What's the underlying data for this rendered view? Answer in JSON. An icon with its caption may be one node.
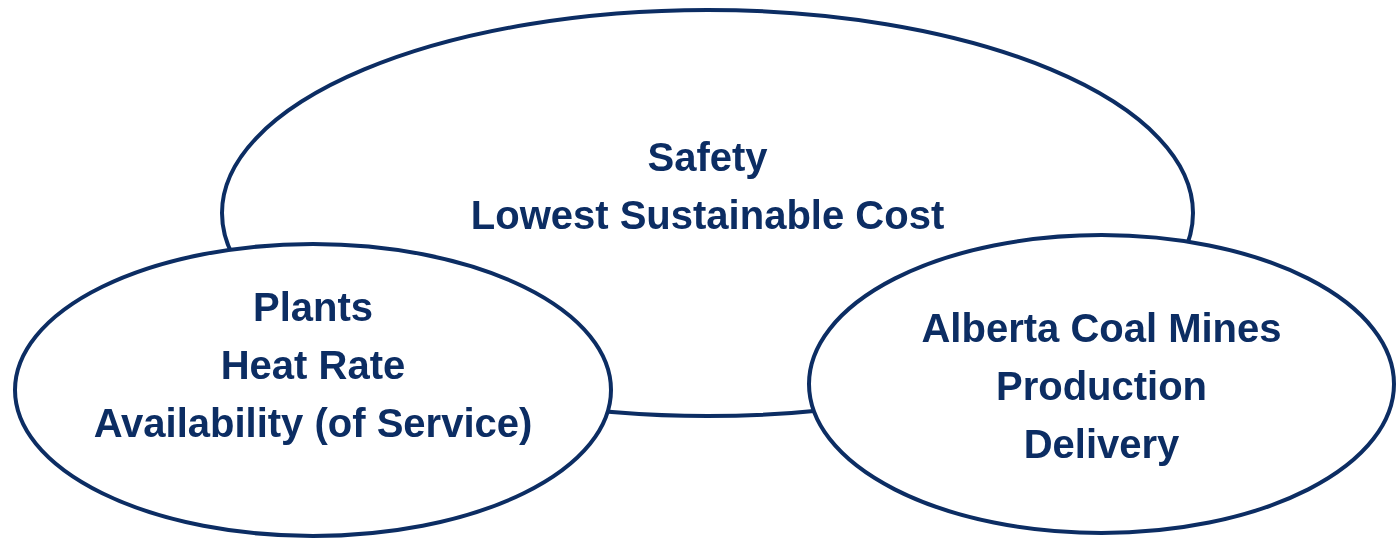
{
  "diagram": {
    "nodes": [
      {
        "text": [
          "Safety",
          "Lowest Sustainable Cost"
        ]
      },
      {
        "text": [
          "Plants",
          "Heat Rate",
          "Availability (of Service)"
        ]
      },
      {
        "text": [
          "Alberta Coal Mines",
          "Production",
          "Delivery"
        ]
      }
    ]
  }
}
